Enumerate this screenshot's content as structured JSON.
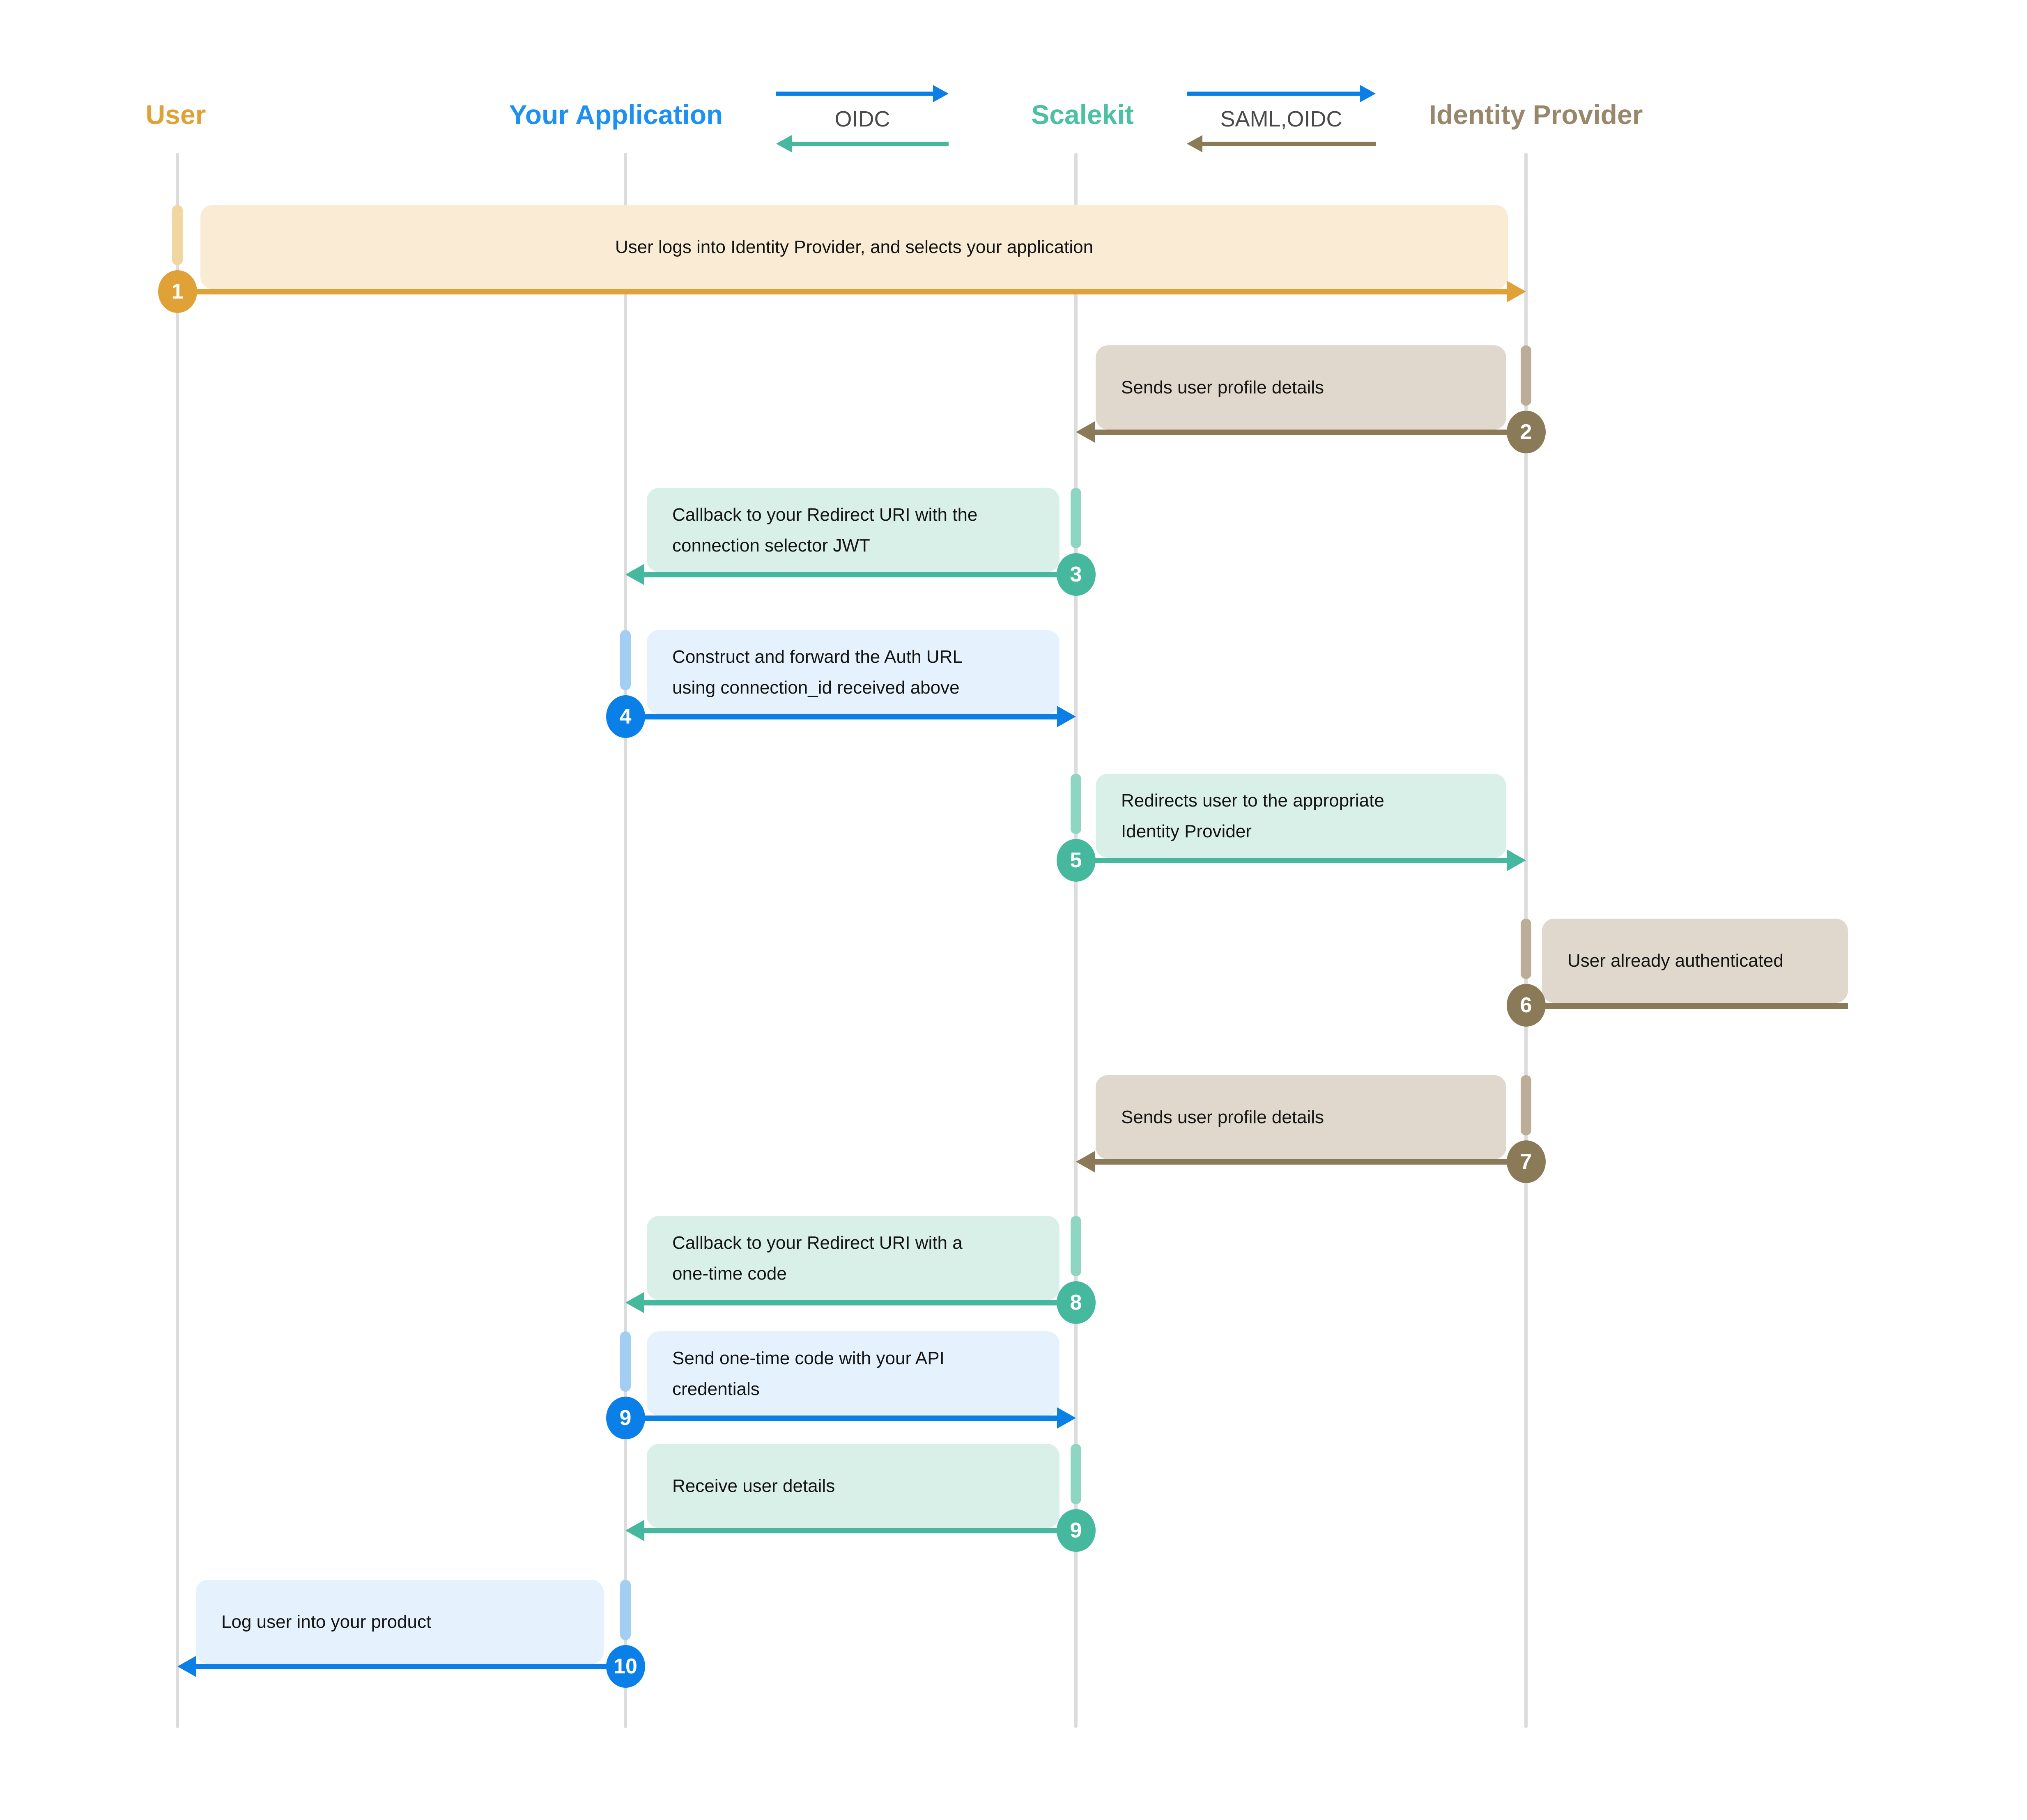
{
  "diagram": {
    "actors": [
      {
        "label": "User",
        "color": "#E0A136"
      },
      {
        "label": "Your Application",
        "color": "#1E90F2"
      },
      {
        "label": "Scalekit",
        "color": "#4BC0A5"
      },
      {
        "label": "Identity Provider",
        "color": "#98876A"
      }
    ],
    "legends": [
      {
        "label": "OIDC",
        "forward_color": "#0B7FE8",
        "backward_color": "#46B89E"
      },
      {
        "label": "SAML,OIDC",
        "forward_color": "#0B7FE8",
        "backward_color": "#8B7A58"
      }
    ],
    "palette": {
      "lifeline": "#DCDCDC",
      "message_text": "#141414",
      "legend_text": "#4A4A4A",
      "themes": {
        "orange": {
          "strong": "#E0A136",
          "box": "#FAECD4",
          "activation": "#F0D6A0"
        },
        "tan": {
          "strong": "#8B7A58",
          "box": "#E0D7CD",
          "activation": "#BCAD98"
        },
        "teal": {
          "strong": "#46B89E",
          "box": "#D9F0E8",
          "activation": "#8FD6C2"
        },
        "blue": {
          "strong": "#0B7FE8",
          "box": "#E5F1FC",
          "activation": "#A3CEF4"
        }
      }
    },
    "steps": [
      {
        "num": "1",
        "text": "User logs into Identity Provider, and selects your application",
        "theme": "orange",
        "from": "User",
        "to": "Identity Provider"
      },
      {
        "num": "2",
        "text": "Sends user profile details",
        "theme": "tan",
        "from": "Identity Provider",
        "to": "Scalekit"
      },
      {
        "num": "3",
        "text": "Callback to your Redirect URI with the\nconnection selector JWT",
        "theme": "teal",
        "from": "Scalekit",
        "to": "Your Application"
      },
      {
        "num": "4",
        "text": "Construct and forward the Auth URL\nusing connection_id received above",
        "theme": "blue",
        "from": "Your Application",
        "to": "Scalekit"
      },
      {
        "num": "5",
        "text": "Redirects user to the appropriate\nIdentity Provider",
        "theme": "teal",
        "from": "Scalekit",
        "to": "Identity Provider"
      },
      {
        "num": "6",
        "text": "User already authenticated",
        "theme": "tan",
        "from": "Identity Provider",
        "to": "Identity Provider",
        "self_message": true
      },
      {
        "num": "7",
        "text": "Sends user profile details",
        "theme": "tan",
        "from": "Identity Provider",
        "to": "Scalekit"
      },
      {
        "num": "8",
        "text": "Callback to your Redirect URI with a\none-time code",
        "theme": "teal",
        "from": "Scalekit",
        "to": "Your Application"
      },
      {
        "num": "9",
        "text": "Send one-time code with your API\ncredentials",
        "theme": "blue",
        "from": "Your Application",
        "to": "Scalekit"
      },
      {
        "num": "9",
        "text": "Receive user details",
        "theme": "teal",
        "from": "Scalekit",
        "to": "Your Application"
      },
      {
        "num": "10",
        "text": "Log user into your product",
        "theme": "blue",
        "from": "Your Application",
        "to": "User"
      }
    ]
  }
}
